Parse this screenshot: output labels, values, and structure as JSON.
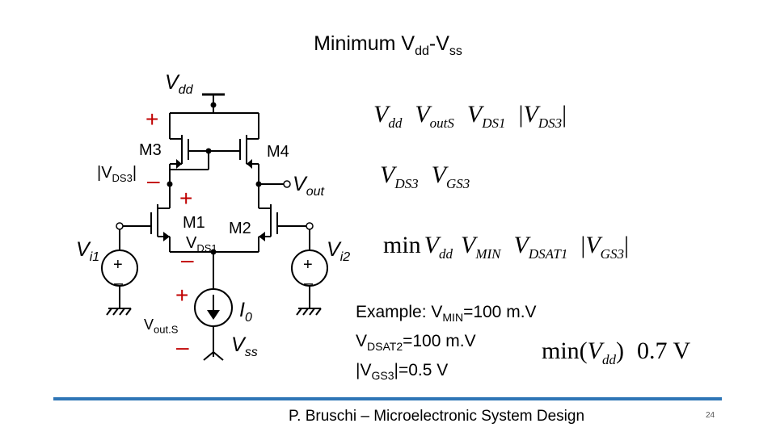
{
  "slide": {
    "title_main": "Minimum V",
    "title_sub1": "dd",
    "title_dash": "-V",
    "title_sub2": "ss",
    "footer": "P. Bruschi – Microelectronic System Design",
    "page_number": "24"
  },
  "circuit": {
    "vdd_label": "V",
    "vdd_sub": "dd",
    "vss_label": "V",
    "vss_sub": "ss",
    "vout_label": "V",
    "vout_sub": "out",
    "vi1_label": "V",
    "vi1_sub": "i1",
    "vi2_label": "V",
    "vi2_sub": "i2",
    "i0_label": "I",
    "i0_sub": "0",
    "m1": "M1",
    "m2": "M2",
    "m3": "M3",
    "m4": "M4",
    "vds3_label": "|V",
    "vds3_sub": "DS3",
    "vds3_end": "|",
    "vds1_label": "V",
    "vds1_sub": "DS1",
    "vouts_label": "V",
    "vouts_sub": "out.S",
    "plus": "+",
    "minus": "–"
  },
  "equations": {
    "eq1": {
      "a": "V",
      "a_sub": "dd",
      "b": "V",
      "b_sub": "outS",
      "c": "V",
      "c_sub": "DS1",
      "d": "V",
      "d_sub": "DS3",
      "box": ""
    },
    "eq2": {
      "a": "V",
      "a_sub": "DS3",
      "b": "V",
      "b_sub": "GS3",
      "box": ""
    },
    "eq3": {
      "min": "min",
      "a": "V",
      "a_sub": "dd",
      "b": "V",
      "b_sub": "MIN",
      "c": "V",
      "c_sub": "DSAT1",
      "d": "V",
      "d_sub": "GS3",
      "box": ""
    },
    "eq4": {
      "min": "min(",
      "a": "V",
      "a_sub": "dd",
      "close": ")",
      "box": "",
      "value": "0.7 V"
    }
  },
  "example": {
    "line1_a": "Example: V",
    "line1_sub": "MIN",
    "line1_b": "=100 m.V",
    "line2_a": "V",
    "line2_sub": "DSAT2",
    "line2_b": "=100 m.V",
    "line3_a": "|V",
    "line3_sub": "GS3",
    "line3_b": "|=0.5 V"
  },
  "colors": {
    "footer_rule": "#2e75b6",
    "minus_red": "#c00000",
    "plus_red": "#c00000"
  }
}
